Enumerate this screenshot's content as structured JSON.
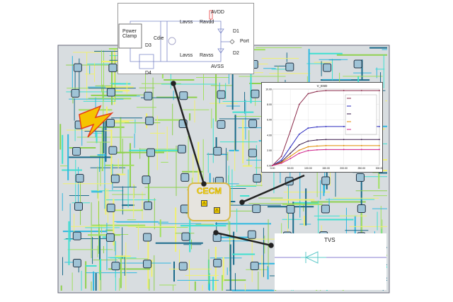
{
  "schematic": {
    "power_clamp": [
      "Power",
      "Clamp"
    ],
    "avdd": "AVDD",
    "avss": "AVSS",
    "lavss_top": "Lavss",
    "ravdd": "Ravdd",
    "lavss_bot": "Lavss",
    "ravss": "Ravss",
    "cdie": "Cdie",
    "d1": "D1",
    "d2": "D2",
    "d3": "D3",
    "d4": "D4",
    "port": "Port"
  },
  "cecm": {
    "label": "CECM",
    "icons": [
      "esd-warning-icon",
      "esd-warning-icon"
    ]
  },
  "tvs": {
    "label": "TVS"
  },
  "colors": {
    "board_bg": "#d8dde0",
    "trace_cyan": "#3fe0d0",
    "trace_green": "#8fd14f",
    "pad": "#9fc3d6",
    "bolt": "#f5c400",
    "bolt_outline": "#e63b1a",
    "cecm_text": "#f2d21a"
  },
  "chart_data": {
    "type": "line",
    "title": "V_ESD",
    "ylim": [
      0,
      10
    ],
    "xlim": [
      0,
      300
    ],
    "yticks": [
      "0.00",
      "2.00",
      "4.00",
      "6.00",
      "8.00",
      "10.00"
    ],
    "xticks": [
      "0.00",
      "50.00",
      "100.00",
      "150.00",
      "200.00",
      "250.00",
      "300.00"
    ],
    "grid": true,
    "legend": "top-right",
    "x": [
      0,
      25,
      50,
      75,
      100,
      125,
      150,
      200,
      250,
      300
    ],
    "series": [
      {
        "color": "#8b2a4a",
        "values": [
          0,
          1.2,
          4.5,
          8.0,
          9.4,
          9.7,
          9.8,
          9.8,
          9.8,
          9.8
        ]
      },
      {
        "color": "#2b2bbf",
        "values": [
          0,
          0.7,
          2.4,
          4.1,
          4.9,
          5.05,
          5.1,
          5.1,
          5.1,
          5.1
        ]
      },
      {
        "color": "#3a1a4a",
        "values": [
          0,
          0.5,
          1.6,
          2.7,
          3.2,
          3.35,
          3.4,
          3.4,
          3.4,
          3.4
        ]
      },
      {
        "color": "#e08a00",
        "values": [
          0,
          0.4,
          1.2,
          2.0,
          2.45,
          2.55,
          2.6,
          2.6,
          2.6,
          2.6
        ]
      },
      {
        "color": "#d0208a",
        "values": [
          0,
          0.3,
          0.9,
          1.6,
          1.95,
          2.05,
          2.1,
          2.1,
          2.1,
          2.1
        ]
      }
    ]
  }
}
